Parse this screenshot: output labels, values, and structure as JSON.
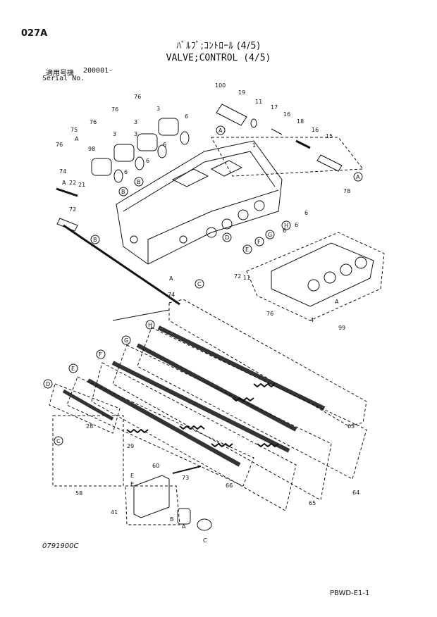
{
  "page_code": "027A",
  "title_jp": "ﾊﾞﾙﾌﾞ;ｺﾝﾄﾛｰﾙ (4/5)",
  "title_en": "VALVE;CONTROL (4/5)",
  "serial": {
    "label_jp": "適用号機",
    "value": "200001-",
    "label_en": "Serial No."
  },
  "drawing_number": "0791900C",
  "footer_code": "PBWD-E1-1",
  "part_labels": [
    "100",
    "19",
    "11",
    "17",
    "16",
    "18",
    "16",
    "15",
    "76",
    "76",
    "3",
    "76",
    "3",
    "6",
    "75",
    "A",
    "76",
    "98",
    "3",
    "3",
    "6",
    "6",
    "6",
    "1",
    "74",
    "22",
    "21",
    "A",
    "78",
    "72",
    "6",
    "6",
    "6",
    "72",
    "11",
    "74",
    "A",
    "76",
    "4",
    "99",
    "A",
    "28",
    "29",
    "60",
    "73",
    "58",
    "41",
    "63",
    "64",
    "65",
    "66",
    "E",
    "E",
    "C",
    "B",
    "A"
  ],
  "circle_letters": [
    "A",
    "A",
    "B",
    "B",
    "C",
    "D",
    "E",
    "F",
    "G",
    "H",
    "B",
    "C",
    "D",
    "E",
    "F",
    "G",
    "H"
  ],
  "section_letters": [
    "H",
    "G",
    "F",
    "E",
    "D",
    "C"
  ]
}
